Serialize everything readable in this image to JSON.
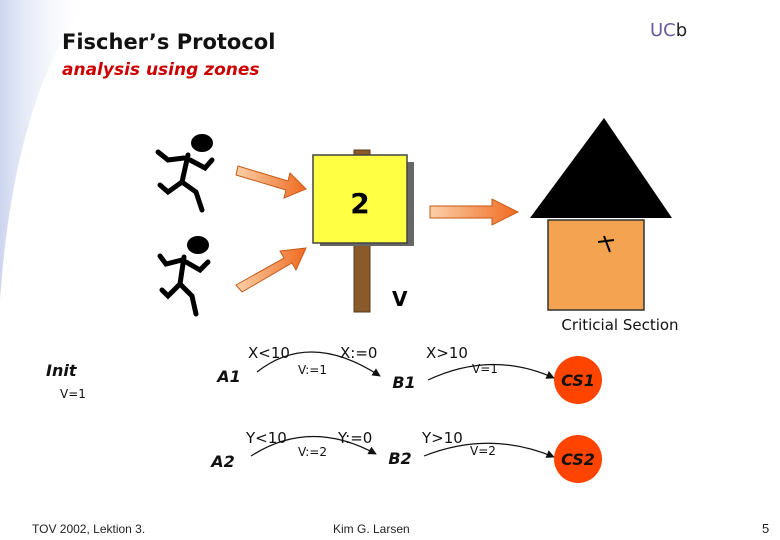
{
  "header": {
    "title": "Fischer’s Protocol",
    "subtitle": "analysis using zones",
    "logo_main": "UC",
    "logo_suffix": "b"
  },
  "illustration": {
    "sign_value": "2",
    "post_label": "V",
    "house_caption": "Criticial Section",
    "icons": [
      "running-figure-icon",
      "running-figure-icon",
      "arrow-icon",
      "arrow-icon",
      "arrow-icon",
      "house-icon",
      "sparkle-icon"
    ]
  },
  "automaton": {
    "init_label": "Init",
    "init_assign": "V=1",
    "nodes": {
      "a1": "A1",
      "b1": "B1",
      "cs1": "CS1",
      "a2": "A2",
      "b2": "B2",
      "cs2": "CS2"
    },
    "edges": {
      "a1_b1_guard": "X<10",
      "a1_b1_reset": "X:=0",
      "a1_b1_assign": "V:=1",
      "b1_cs1_guard": "X>10",
      "b1_cs1_cond": "V=1",
      "a2_b2_guard": "Y<10",
      "a2_b2_reset": "Y:=0",
      "a2_b2_assign": "V:=2",
      "b2_cs2_guard": "Y>10",
      "b2_cs2_cond": "V=2"
    }
  },
  "footer": {
    "left": "TOV 2002, Lektion 3.",
    "center": "Kim G. Larsen",
    "page": "5"
  },
  "colors": {
    "subtitle": "#cc0000",
    "sign": "#ffff44",
    "house_roof": "#000000",
    "house_body": "#f4a450",
    "critical_node": "#ff4400",
    "arrow": "#f07a2a"
  }
}
